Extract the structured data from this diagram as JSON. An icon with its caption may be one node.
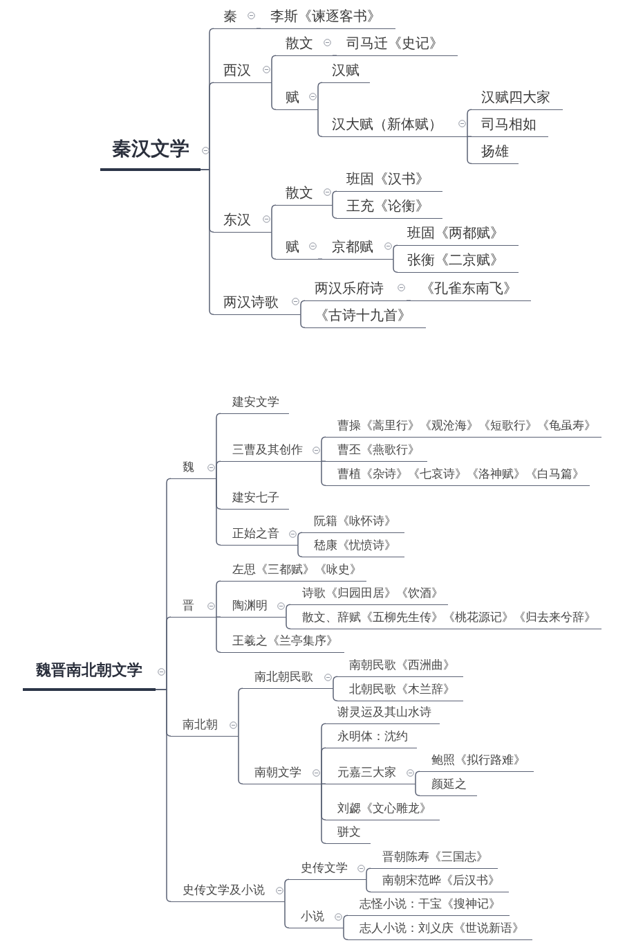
{
  "diagram": {
    "nodes": [
      {
        "text": [
          "秦汉文学"
        ]
      },
      {
        "text": [
          "秦"
        ]
      },
      {
        "text": [
          "李斯《谏逐客书》"
        ]
      },
      {
        "text": [
          "西汉"
        ]
      },
      {
        "text": [
          "散文"
        ]
      },
      {
        "text": [
          "司马迁《史记》"
        ]
      },
      {
        "text": [
          "赋"
        ]
      },
      {
        "text": [
          "汉赋"
        ]
      },
      {
        "text": [
          "汉大赋（新体赋）"
        ]
      },
      {
        "text": [
          "汉赋四大家"
        ]
      },
      {
        "text": [
          "司马相如"
        ]
      },
      {
        "text": [
          "扬雄"
        ]
      },
      {
        "text": [
          "东汉"
        ]
      },
      {
        "text": [
          "散文"
        ]
      },
      {
        "text": [
          "班固《汉书》"
        ]
      },
      {
        "text": [
          "王充《论衡》"
        ]
      },
      {
        "text": [
          "赋"
        ]
      },
      {
        "text": [
          "京都赋"
        ]
      },
      {
        "text": [
          "班固《两都赋》"
        ]
      },
      {
        "text": [
          "张衡《二京赋》"
        ]
      },
      {
        "text": [
          "两汉诗歌"
        ]
      },
      {
        "text": [
          "两汉乐府诗"
        ]
      },
      {
        "text": [
          "《孔雀东南飞》"
        ]
      },
      {
        "text": [
          "《古诗十九首》"
        ]
      },
      {
        "text": [
          "魏晋南北朝文学"
        ]
      },
      {
        "text": [
          "魏"
        ]
      },
      {
        "text": [
          "建安文学"
        ]
      },
      {
        "text": [
          "三曹及其创作"
        ]
      },
      {
        "text": [
          "曹操《蒿里行》《观沧海》《短歌行》《龟虽寿》"
        ]
      },
      {
        "text": [
          "曹丕《燕歌行》"
        ]
      },
      {
        "text": [
          "曹植《杂诗》《七哀诗》《洛神赋》《白马篇》"
        ]
      },
      {
        "text": [
          "建安七子"
        ]
      },
      {
        "text": [
          "正始之音"
        ]
      },
      {
        "text": [
          "阮籍《咏怀诗》"
        ]
      },
      {
        "text": [
          "嵇康《忧愤诗》"
        ]
      },
      {
        "text": [
          "晋"
        ]
      },
      {
        "text": [
          "左思《三都赋》《咏史》"
        ]
      },
      {
        "text": [
          "陶渊明"
        ]
      },
      {
        "text": [
          "诗歌《归园田居》《饮酒》"
        ]
      },
      {
        "text": [
          "散文、辞赋《五柳先生传》《桃花源记》《归去来兮辞》"
        ]
      },
      {
        "text": [
          "王羲之《兰亭集序》"
        ]
      },
      {
        "text": [
          "南北朝"
        ]
      },
      {
        "text": [
          "南北朝民歌"
        ]
      },
      {
        "text": [
          "南朝民歌《西洲曲》"
        ]
      },
      {
        "text": [
          "北朝民歌《木兰辞》"
        ]
      },
      {
        "text": [
          "南朝文学"
        ]
      },
      {
        "text": [
          "谢灵运及其山水诗"
        ]
      },
      {
        "text": [
          "永明体：沈约"
        ]
      },
      {
        "text": [
          "元嘉三大家"
        ]
      },
      {
        "text": [
          "鲍照《拟行路难》"
        ]
      },
      {
        "text": [
          "颜延之"
        ]
      },
      {
        "text": [
          "刘勰《文心雕龙》"
        ]
      },
      {
        "text": [
          "骈文"
        ]
      },
      {
        "text": [
          "史传文学及小说"
        ]
      },
      {
        "text": [
          "史传文学"
        ]
      },
      {
        "text": [
          "晋朝陈寿《三国志》"
        ]
      },
      {
        "text": [
          "南朝宋范晔《后汉书》"
        ]
      },
      {
        "text": [
          "小说"
        ]
      },
      {
        "text": [
          "志怪小说：干宝《搜神记》"
        ]
      },
      {
        "text": [
          "志人小说：刘义庆《世说新语》"
        ]
      }
    ],
    "edges": [
      {
        "from": 0,
        "to": 1,
        "arrow": "none"
      },
      {
        "from": 1,
        "to": 2,
        "arrow": "none"
      },
      {
        "from": 0,
        "to": 3,
        "arrow": "none"
      },
      {
        "from": 3,
        "to": 4,
        "arrow": "none"
      },
      {
        "from": 4,
        "to": 5,
        "arrow": "none"
      },
      {
        "from": 3,
        "to": 6,
        "arrow": "none"
      },
      {
        "from": 6,
        "to": 7,
        "arrow": "none"
      },
      {
        "from": 6,
        "to": 8,
        "arrow": "none"
      },
      {
        "from": 8,
        "to": 9,
        "arrow": "none"
      },
      {
        "from": 8,
        "to": 10,
        "arrow": "none"
      },
      {
        "from": 8,
        "to": 11,
        "arrow": "none"
      },
      {
        "from": 0,
        "to": 12,
        "arrow": "none"
      },
      {
        "from": 12,
        "to": 13,
        "arrow": "none"
      },
      {
        "from": 13,
        "to": 14,
        "arrow": "none"
      },
      {
        "from": 13,
        "to": 15,
        "arrow": "none"
      },
      {
        "from": 12,
        "to": 16,
        "arrow": "none"
      },
      {
        "from": 16,
        "to": 17,
        "arrow": "none"
      },
      {
        "from": 17,
        "to": 18,
        "arrow": "none"
      },
      {
        "from": 17,
        "to": 19,
        "arrow": "none"
      },
      {
        "from": 0,
        "to": 20,
        "arrow": "none"
      },
      {
        "from": 20,
        "to": 21,
        "arrow": "none"
      },
      {
        "from": 21,
        "to": 22,
        "arrow": "none"
      },
      {
        "from": 20,
        "to": 23,
        "arrow": "none"
      },
      {
        "from": 24,
        "to": 25,
        "arrow": "none"
      },
      {
        "from": 25,
        "to": 26,
        "arrow": "none"
      },
      {
        "from": 25,
        "to": 27,
        "arrow": "none"
      },
      {
        "from": 27,
        "to": 28,
        "arrow": "none"
      },
      {
        "from": 27,
        "to": 29,
        "arrow": "none"
      },
      {
        "from": 27,
        "to": 30,
        "arrow": "none"
      },
      {
        "from": 25,
        "to": 31,
        "arrow": "none"
      },
      {
        "from": 25,
        "to": 32,
        "arrow": "none"
      },
      {
        "from": 32,
        "to": 33,
        "arrow": "none"
      },
      {
        "from": 32,
        "to": 34,
        "arrow": "none"
      },
      {
        "from": 24,
        "to": 35,
        "arrow": "none"
      },
      {
        "from": 35,
        "to": 36,
        "arrow": "none"
      },
      {
        "from": 35,
        "to": 37,
        "arrow": "none"
      },
      {
        "from": 37,
        "to": 38,
        "arrow": "none"
      },
      {
        "from": 37,
        "to": 39,
        "arrow": "none"
      },
      {
        "from": 35,
        "to": 40,
        "arrow": "none"
      },
      {
        "from": 24,
        "to": 41,
        "arrow": "none"
      },
      {
        "from": 41,
        "to": 42,
        "arrow": "none"
      },
      {
        "from": 42,
        "to": 43,
        "arrow": "none"
      },
      {
        "from": 42,
        "to": 44,
        "arrow": "none"
      },
      {
        "from": 41,
        "to": 45,
        "arrow": "none"
      },
      {
        "from": 45,
        "to": 46,
        "arrow": "none"
      },
      {
        "from": 45,
        "to": 47,
        "arrow": "none"
      },
      {
        "from": 45,
        "to": 48,
        "arrow": "none"
      },
      {
        "from": 48,
        "to": 49,
        "arrow": "none"
      },
      {
        "from": 48,
        "to": 50,
        "arrow": "none"
      },
      {
        "from": 45,
        "to": 51,
        "arrow": "none"
      },
      {
        "from": 45,
        "to": 52,
        "arrow": "none"
      },
      {
        "from": 24,
        "to": 53,
        "arrow": "none"
      },
      {
        "from": 53,
        "to": 54,
        "arrow": "none"
      },
      {
        "from": 54,
        "to": 55,
        "arrow": "none"
      },
      {
        "from": 54,
        "to": 56,
        "arrow": "none"
      },
      {
        "from": 53,
        "to": 57,
        "arrow": "none"
      },
      {
        "from": 57,
        "to": 58,
        "arrow": "none"
      },
      {
        "from": 57,
        "to": 59,
        "arrow": "none"
      }
    ]
  }
}
